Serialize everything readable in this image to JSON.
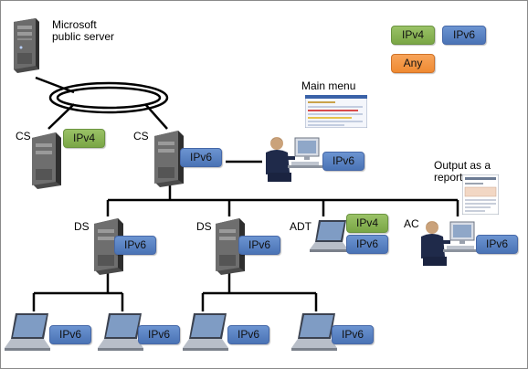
{
  "labels": {
    "ms_server": "Microsoft\npublic server",
    "cs_left": "CS",
    "cs_right": "CS",
    "main_menu": "Main menu",
    "output_report": "Output as a\nreport",
    "ds_left": "DS",
    "ds_right": "DS",
    "adt": "ADT",
    "ac": "AC"
  },
  "legend": {
    "ipv4": "IPv4",
    "ipv6": "IPv6",
    "any": "Any"
  },
  "badges": {
    "cs_left": "IPv4",
    "cs_right": "IPv6",
    "operator": "IPv6",
    "ds_left": "IPv6",
    "ds_right": "IPv6",
    "adt_v4": "IPv4",
    "adt_v6": "IPv6",
    "ac": "IPv6",
    "laptop1": "IPv6",
    "laptop2": "IPv6",
    "laptop3": "IPv6",
    "laptop4": "IPv6"
  },
  "colors": {
    "ipv4": "#86b052",
    "ipv6": "#5a82c2",
    "any": "#f39a44",
    "line": "#000000"
  }
}
